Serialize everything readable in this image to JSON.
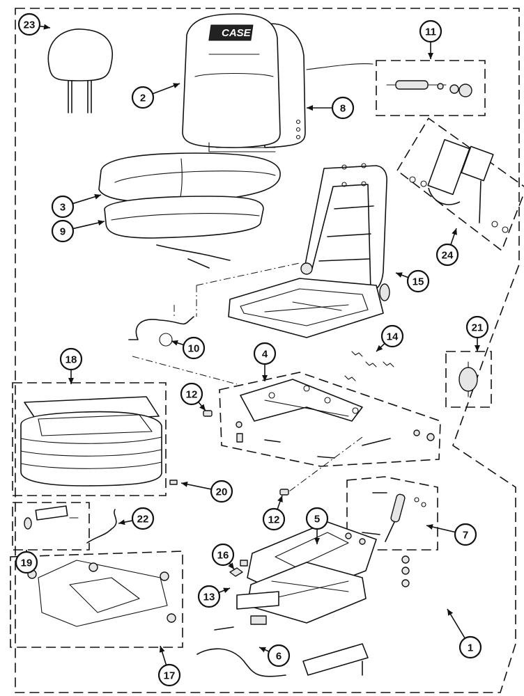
{
  "diagram": {
    "brand_logo": "CASE",
    "callouts": [
      {
        "id": "c1",
        "label": "1"
      },
      {
        "id": "c2",
        "label": "2"
      },
      {
        "id": "c3",
        "label": "3"
      },
      {
        "id": "c4",
        "label": "4"
      },
      {
        "id": "c5",
        "label": "5"
      },
      {
        "id": "c6",
        "label": "6"
      },
      {
        "id": "c7",
        "label": "7"
      },
      {
        "id": "c8",
        "label": "8"
      },
      {
        "id": "c9",
        "label": "9"
      },
      {
        "id": "c10",
        "label": "10"
      },
      {
        "id": "c11",
        "label": "11"
      },
      {
        "id": "c12a",
        "label": "12"
      },
      {
        "id": "c12b",
        "label": "12"
      },
      {
        "id": "c13",
        "label": "13"
      },
      {
        "id": "c14",
        "label": "14"
      },
      {
        "id": "c15",
        "label": "15"
      },
      {
        "id": "c16",
        "label": "16"
      },
      {
        "id": "c17",
        "label": "17"
      },
      {
        "id": "c18",
        "label": "18"
      },
      {
        "id": "c19",
        "label": "19"
      },
      {
        "id": "c20",
        "label": "20"
      },
      {
        "id": "c21",
        "label": "21"
      },
      {
        "id": "c22",
        "label": "22"
      },
      {
        "id": "c23",
        "label": "23"
      },
      {
        "id": "c24",
        "label": "24"
      }
    ]
  }
}
